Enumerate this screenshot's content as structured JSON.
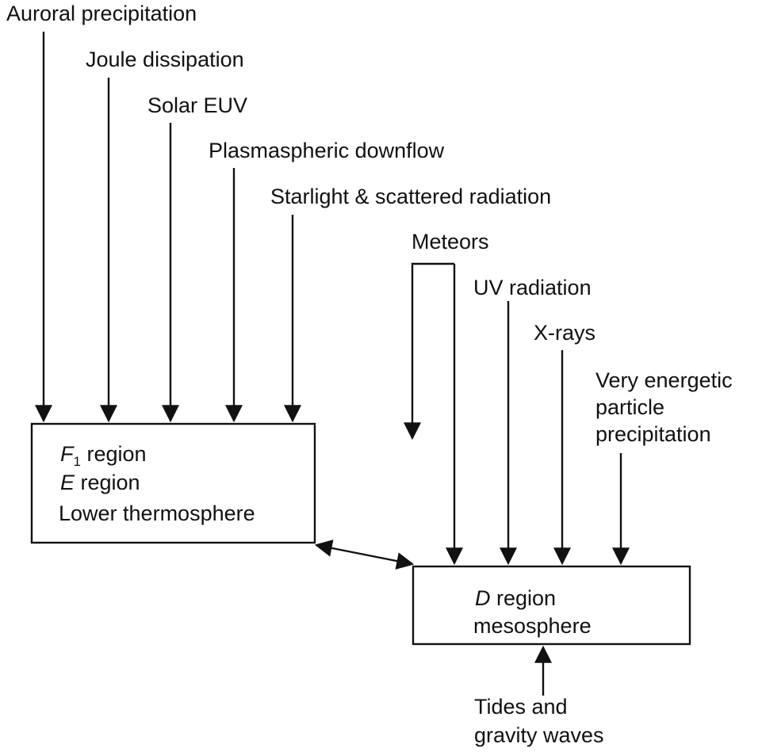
{
  "inputs": {
    "auroral": "Auroral precipitation",
    "joule": "Joule dissipation",
    "euv": "Solar EUV",
    "plasmaspheric": "Plasmaspheric downflow",
    "starlight": "Starlight & scattered radiation",
    "meteors": "Meteors",
    "uv": "UV radiation",
    "xrays": "X-rays",
    "energetic_line1": "Very energetic",
    "energetic_line2": "particle",
    "energetic_line3": "precipitation",
    "tides_line1": "Tides and",
    "tides_line2": "gravity waves"
  },
  "upper_box": {
    "f1_symbol": "F",
    "f1_subscript": "1",
    "f1_rest": " region",
    "e_symbol": "E",
    "e_rest": " region",
    "lower_thermosphere": "Lower thermosphere"
  },
  "lower_box": {
    "d_symbol": "D",
    "d_rest": " region",
    "mesosphere": "mesosphere"
  }
}
